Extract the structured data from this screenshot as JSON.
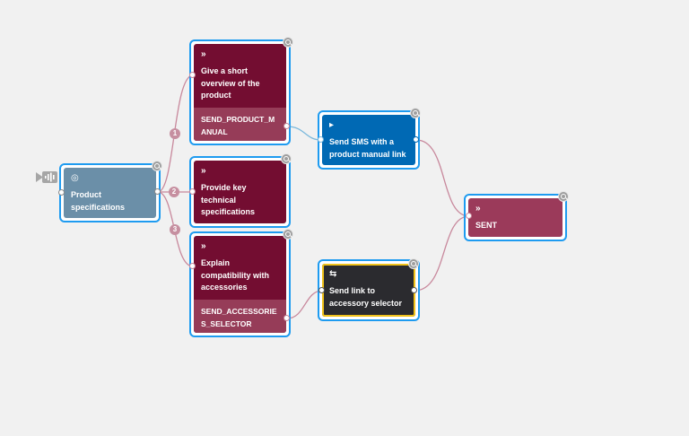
{
  "colors": {
    "canvas": "#f1f1f1",
    "selection_border": "#1e9bf0",
    "start_node": "#6b8fa8",
    "content_node": "#730d31",
    "content_footer": "#963c58",
    "sms_node": "#0069b4",
    "link_node": "#2b2b2f",
    "sent_node": "#9b3a5a",
    "edge_pink": "#c8889c",
    "edge_blue": "#7ab8dc"
  },
  "nodes": {
    "start": {
      "icon": "target-icon",
      "glyph": "◎",
      "label": "Product specifications"
    },
    "overview": {
      "icon": "double-chevron-icon",
      "glyph": "»",
      "label": "Give a short overview of the product",
      "footer": "SEND_PRODUCT_MANUAL"
    },
    "technical": {
      "icon": "double-chevron-icon",
      "glyph": "»",
      "label": "Provide key technical specifications"
    },
    "compat": {
      "icon": "double-chevron-icon",
      "glyph": "»",
      "label": "Explain compatibility with accessories",
      "footer": "SEND_ACCESSORIES_SELECTOR"
    },
    "sms": {
      "icon": "play-icon",
      "glyph": "▸",
      "label": "Send SMS with a product manual link"
    },
    "link": {
      "icon": "transfer-icon",
      "glyph": "⇆",
      "label": "Send link to accessory selector"
    },
    "sent": {
      "icon": "double-chevron-icon",
      "glyph": "»",
      "label": "SENT"
    }
  },
  "branches": [
    "1",
    "2",
    "3"
  ],
  "start_marker_icon": "voice-wave-icon"
}
